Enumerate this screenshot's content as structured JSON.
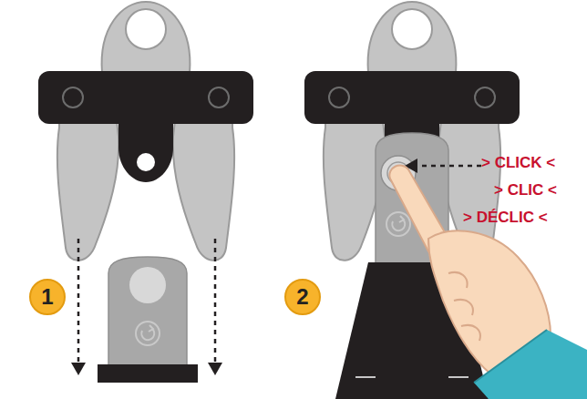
{
  "diagram": {
    "nodes": [
      {
        "text": [
          "1"
        ]
      },
      {
        "text": [
          "2"
        ]
      }
    ],
    "labels": [
      "> CLICK <",
      "> CLIC <",
      "> DÉCLIC <"
    ]
  }
}
